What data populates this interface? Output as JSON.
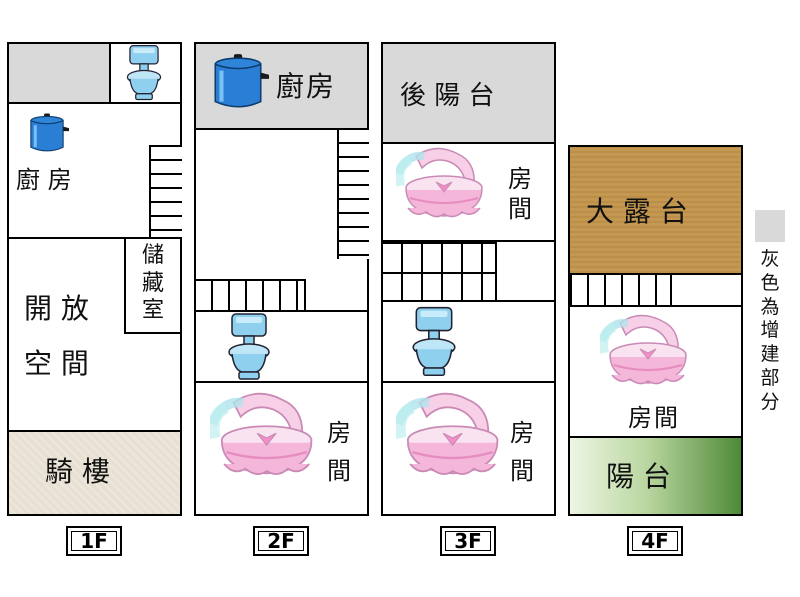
{
  "floors": [
    {
      "tag": "1F",
      "rooms": {
        "kitchen": "廚 房",
        "storage": "儲藏室",
        "open_space_1": "開 放",
        "open_space_2": "空 間",
        "arcade": "騎  樓"
      }
    },
    {
      "tag": "2F",
      "rooms": {
        "kitchen": "廚房",
        "bedroom": "房間"
      }
    },
    {
      "tag": "3F",
      "rooms": {
        "back_balcony": "後 陽 台",
        "bedroom_upper": "房間",
        "bedroom_lower": "房間"
      }
    },
    {
      "tag": "4F",
      "rooms": {
        "terrace": "大 露 台",
        "bedroom": "房間",
        "balcony": "陽  台"
      }
    }
  ],
  "legend": {
    "swatch_color": "#d9d9d9",
    "note": "灰色為增建部分"
  },
  "icons": [
    "toilet-icon",
    "cooking-pot-icon",
    "cradle-icon",
    "stairs-icon"
  ]
}
